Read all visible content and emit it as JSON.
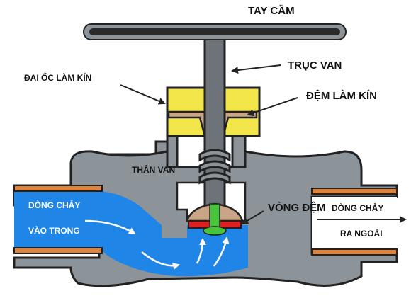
{
  "labels": {
    "handle": "TAY CẦM",
    "stem": "TRỤC VAN",
    "packing_nut": "ĐAI ỐC LÀM KÍN",
    "packing": "ĐỆM LÀM KÍN",
    "body": "THÂN VAN",
    "washer": "VÒNG ĐỆM",
    "inflow_line1": "DÒNG CHẢY",
    "inflow_line2": "VÀO TRONG",
    "outflow_line1": "DÒNG CHẢY",
    "outflow_line2": "RA NGOÀI"
  },
  "colors": {
    "body_gray": "#8c9399",
    "outline": "#222222",
    "water_blue": "#1f86e8",
    "pipe_orange": "#e0833a",
    "nut_yellow": "#f3e64a",
    "packing_tan": "#c9a585",
    "washer_red": "#e02020",
    "screw_green": "#46c43a",
    "handle_dark": "#2a2a2a"
  },
  "icons": [
    "arrow-icon"
  ]
}
